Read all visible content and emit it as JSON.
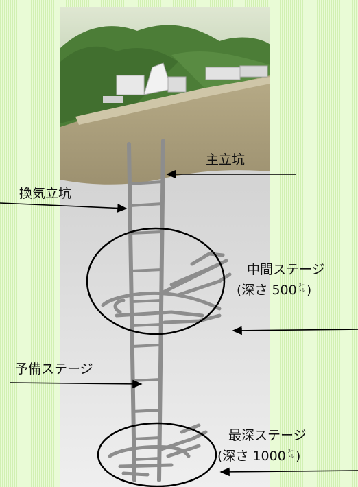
{
  "labels": {
    "main_shaft": "主立坑",
    "ventilation_shaft": "換気立坑",
    "middle_stage": "中間ステージ",
    "middle_depth_prefix": "(深さ 500",
    "middle_depth_unit_top": "ﾒｰ",
    "middle_depth_unit_bottom": "ﾄﾙ",
    "middle_depth_suffix": ")",
    "reserve_stage": "予備ステージ",
    "deepest_stage": "最深ステージ",
    "deepest_depth_prefix": "(深さ 1000",
    "deepest_depth_unit_top": "ﾒｰ",
    "deepest_depth_unit_bottom": "ﾄﾙ",
    "deepest_depth_suffix": ")"
  },
  "colors": {
    "background": "#e9fbd6",
    "ground": "#a79a78",
    "forest": "#4c7d37",
    "shaft": "#9a9a9a",
    "ellipse": "#000000",
    "arrow": "#000000"
  }
}
